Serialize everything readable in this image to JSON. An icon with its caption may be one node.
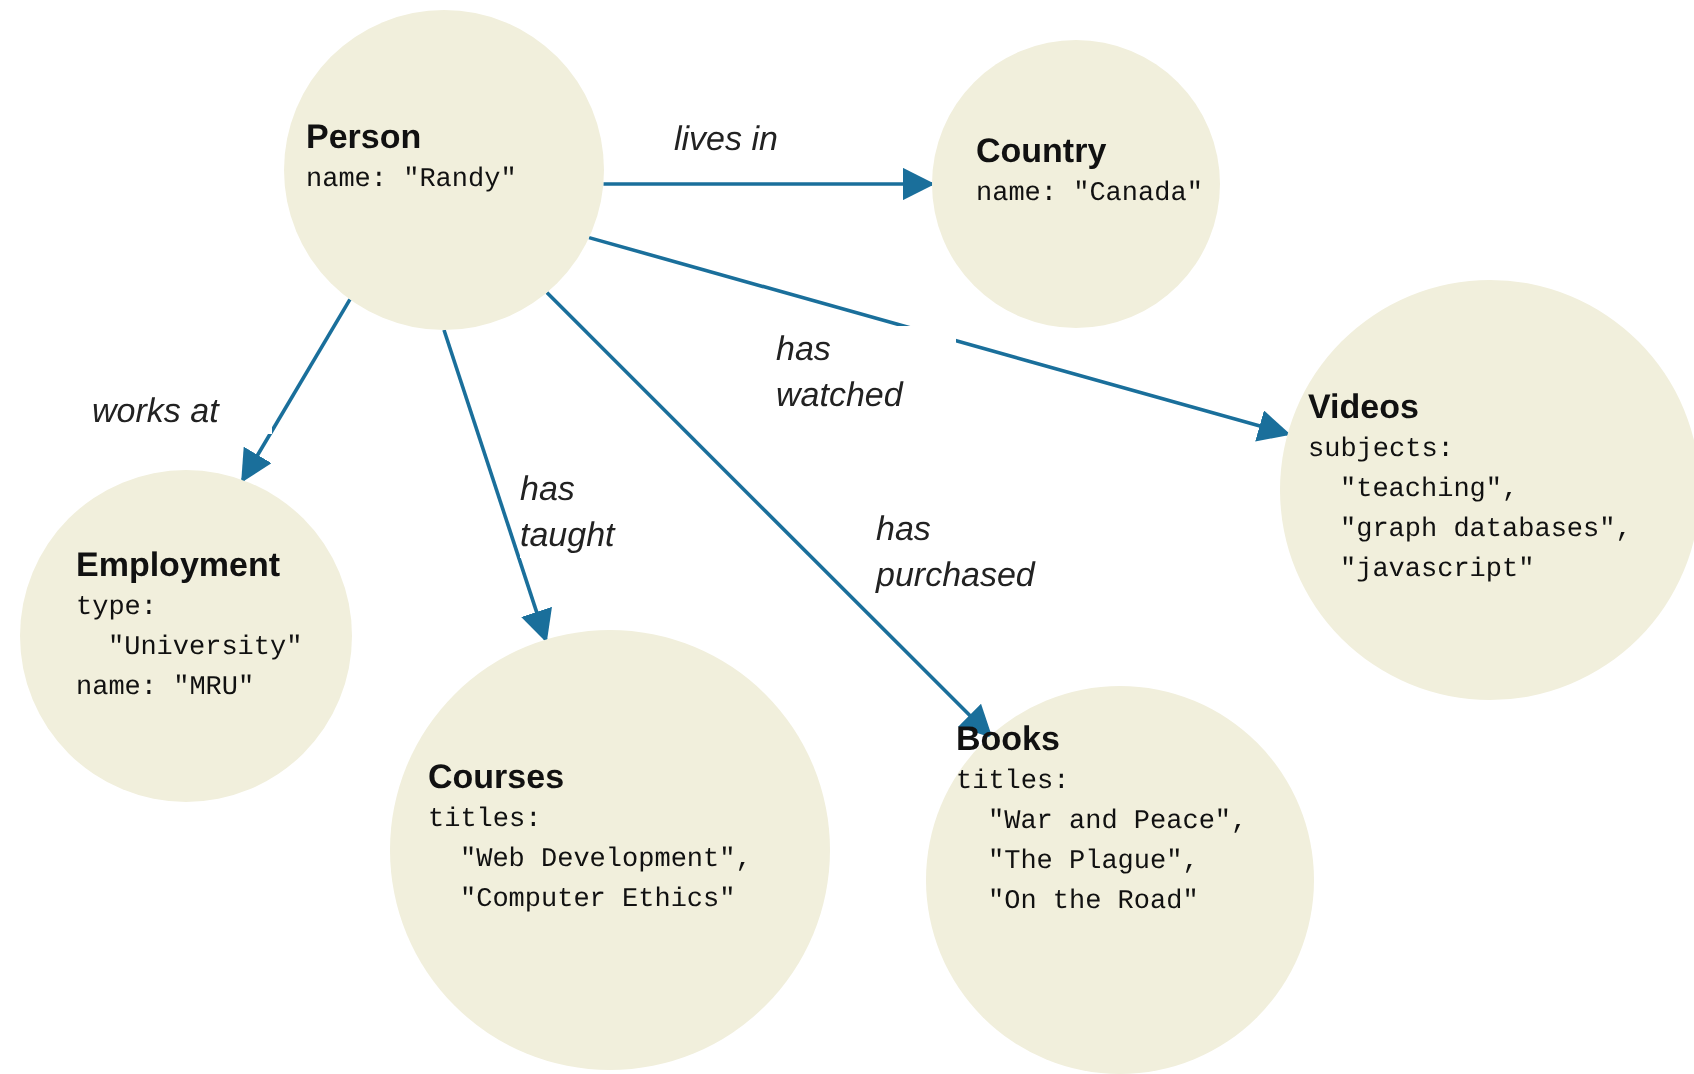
{
  "diagram": {
    "nodes": [
      {
        "text": [
          "Person",
          "name: \"Randy\""
        ]
      },
      {
        "text": [
          "Country",
          "name: \"Canada\""
        ]
      },
      {
        "text": [
          "Videos",
          "subjects:",
          "\"teaching\",",
          "\"graph databases\",",
          "\"javascript\""
        ]
      },
      {
        "text": [
          "Employment",
          "type:",
          "\"University\"",
          "name: \"MRU\""
        ]
      },
      {
        "text": [
          "Courses",
          "titles:",
          "\"Web Development\",",
          "\"Computer Ethics\""
        ]
      },
      {
        "text": [
          "Books",
          "titles:",
          "\"War and Peace\",",
          "\"The Plague\",",
          "\"On the Road\""
        ]
      }
    ],
    "edges": [
      {
        "from": 0,
        "to": 1,
        "arrow": "to",
        "label": "lives in"
      },
      {
        "from": 0,
        "to": 2,
        "arrow": "to",
        "label": "has watched"
      },
      {
        "from": 0,
        "to": 3,
        "arrow": "to",
        "label": "works at"
      },
      {
        "from": 0,
        "to": 4,
        "arrow": "to",
        "label": "has taught"
      },
      {
        "from": 0,
        "to": 5,
        "arrow": "to",
        "label": "has purchased"
      }
    ]
  }
}
